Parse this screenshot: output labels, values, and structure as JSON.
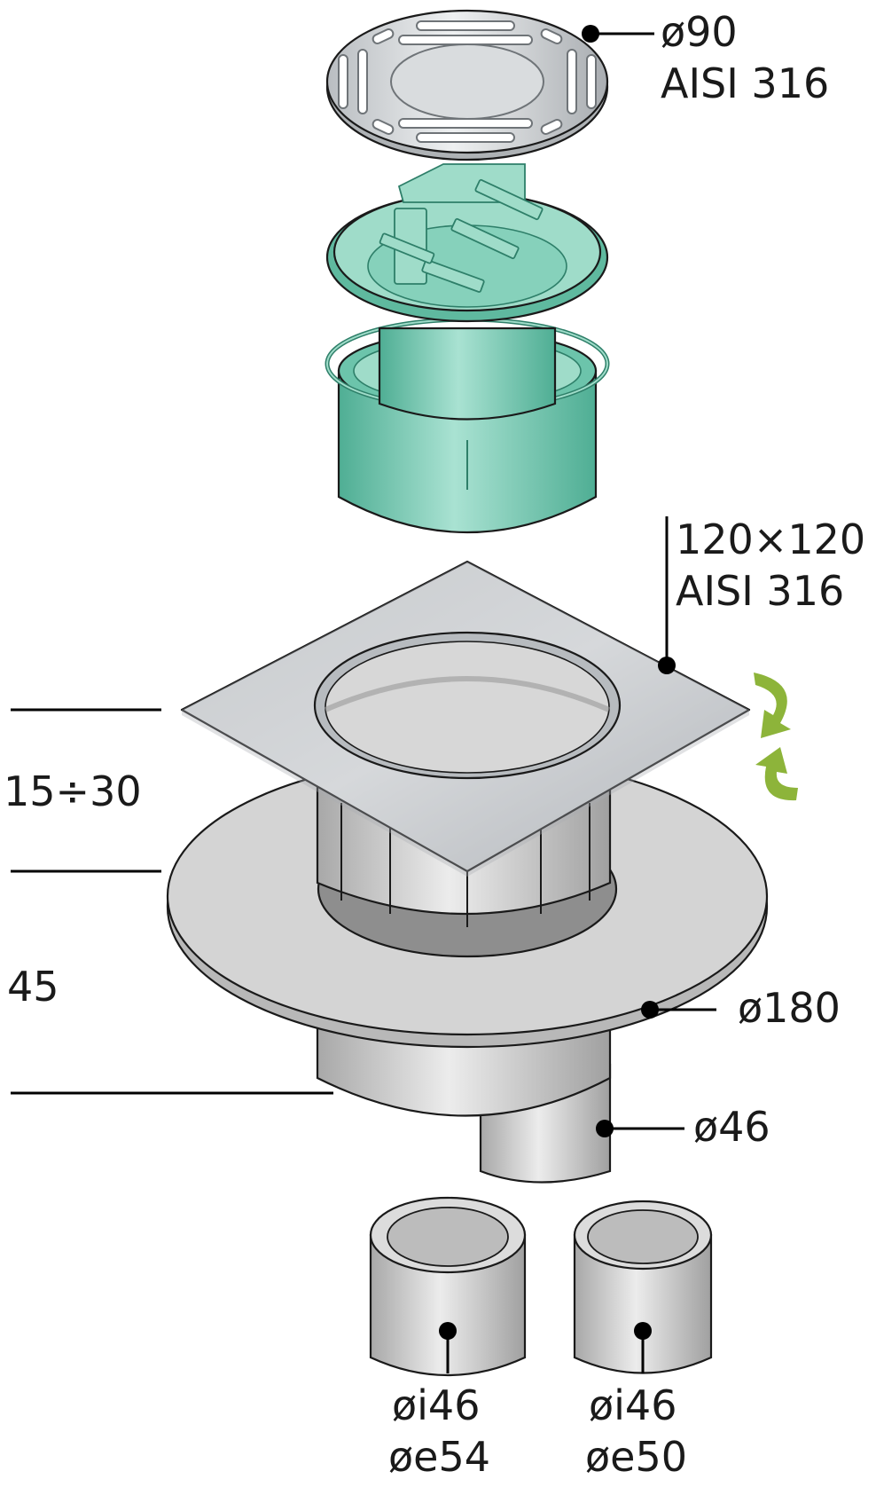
{
  "labels": {
    "grate_diameter": "ø90",
    "grate_material": "AISI 316",
    "flange_size": "120×120",
    "flange_material": "AISI 316",
    "membrane_diameter": "ø180",
    "outlet_diameter": "ø46",
    "adapter_1_inner": "øi46",
    "adapter_1_outer": "øe54",
    "adapter_2_inner": "øi46",
    "adapter_2_outer": "øe50",
    "dimension_adjust": "15÷30",
    "dimension_body": "45"
  },
  "colors": {
    "steel": "#c9ccce",
    "steel_dark": "#9ea2a6",
    "trap_green": "#7fcfb8",
    "trap_green_dark": "#4fae94",
    "body_grey": "#d3d3d3",
    "rotate_arrow": "#8db43a"
  },
  "icons": {
    "rotate": "rotate-arrows-icon"
  }
}
